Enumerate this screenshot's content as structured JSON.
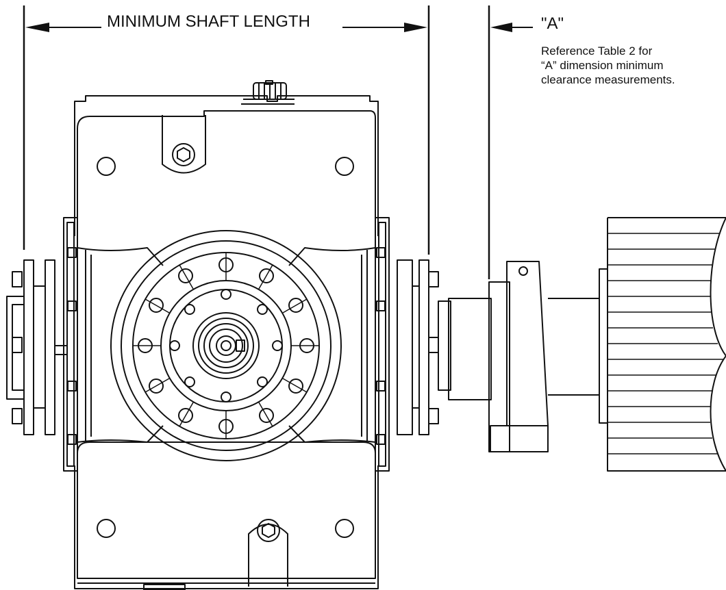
{
  "labels": {
    "minimum_shaft_length": "MINIMUM SHAFT LENGTH",
    "dimension_a": "\"A\""
  },
  "note": {
    "lines": [
      "Reference Table 2 for",
      "“A” dimension minimum",
      "clearance measurements."
    ]
  },
  "colors": {
    "ink": "#111111",
    "fill": "#ffffff"
  }
}
